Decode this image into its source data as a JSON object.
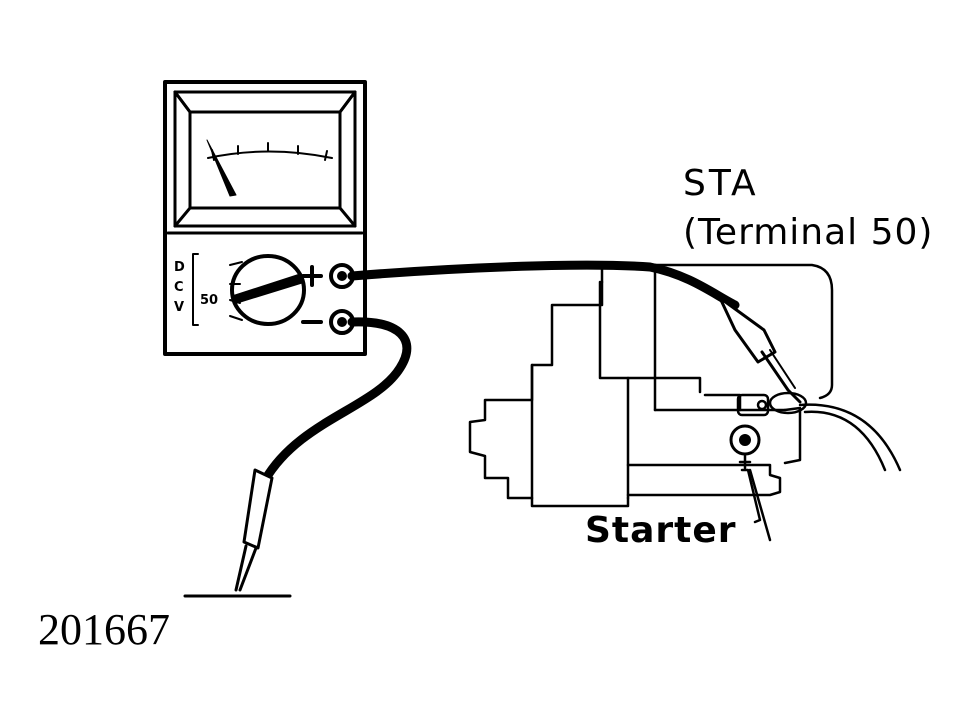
{
  "labels": {
    "sta": "STA",
    "terminal": "(Terminal 50)",
    "starter": "Starter",
    "figure_number": "201667"
  },
  "meter": {
    "mode_letters": [
      "D",
      "C",
      "V"
    ],
    "range": "50",
    "plus": "+",
    "minus": "−"
  },
  "colors": {
    "ink": "#000000",
    "paper": "#ffffff"
  }
}
